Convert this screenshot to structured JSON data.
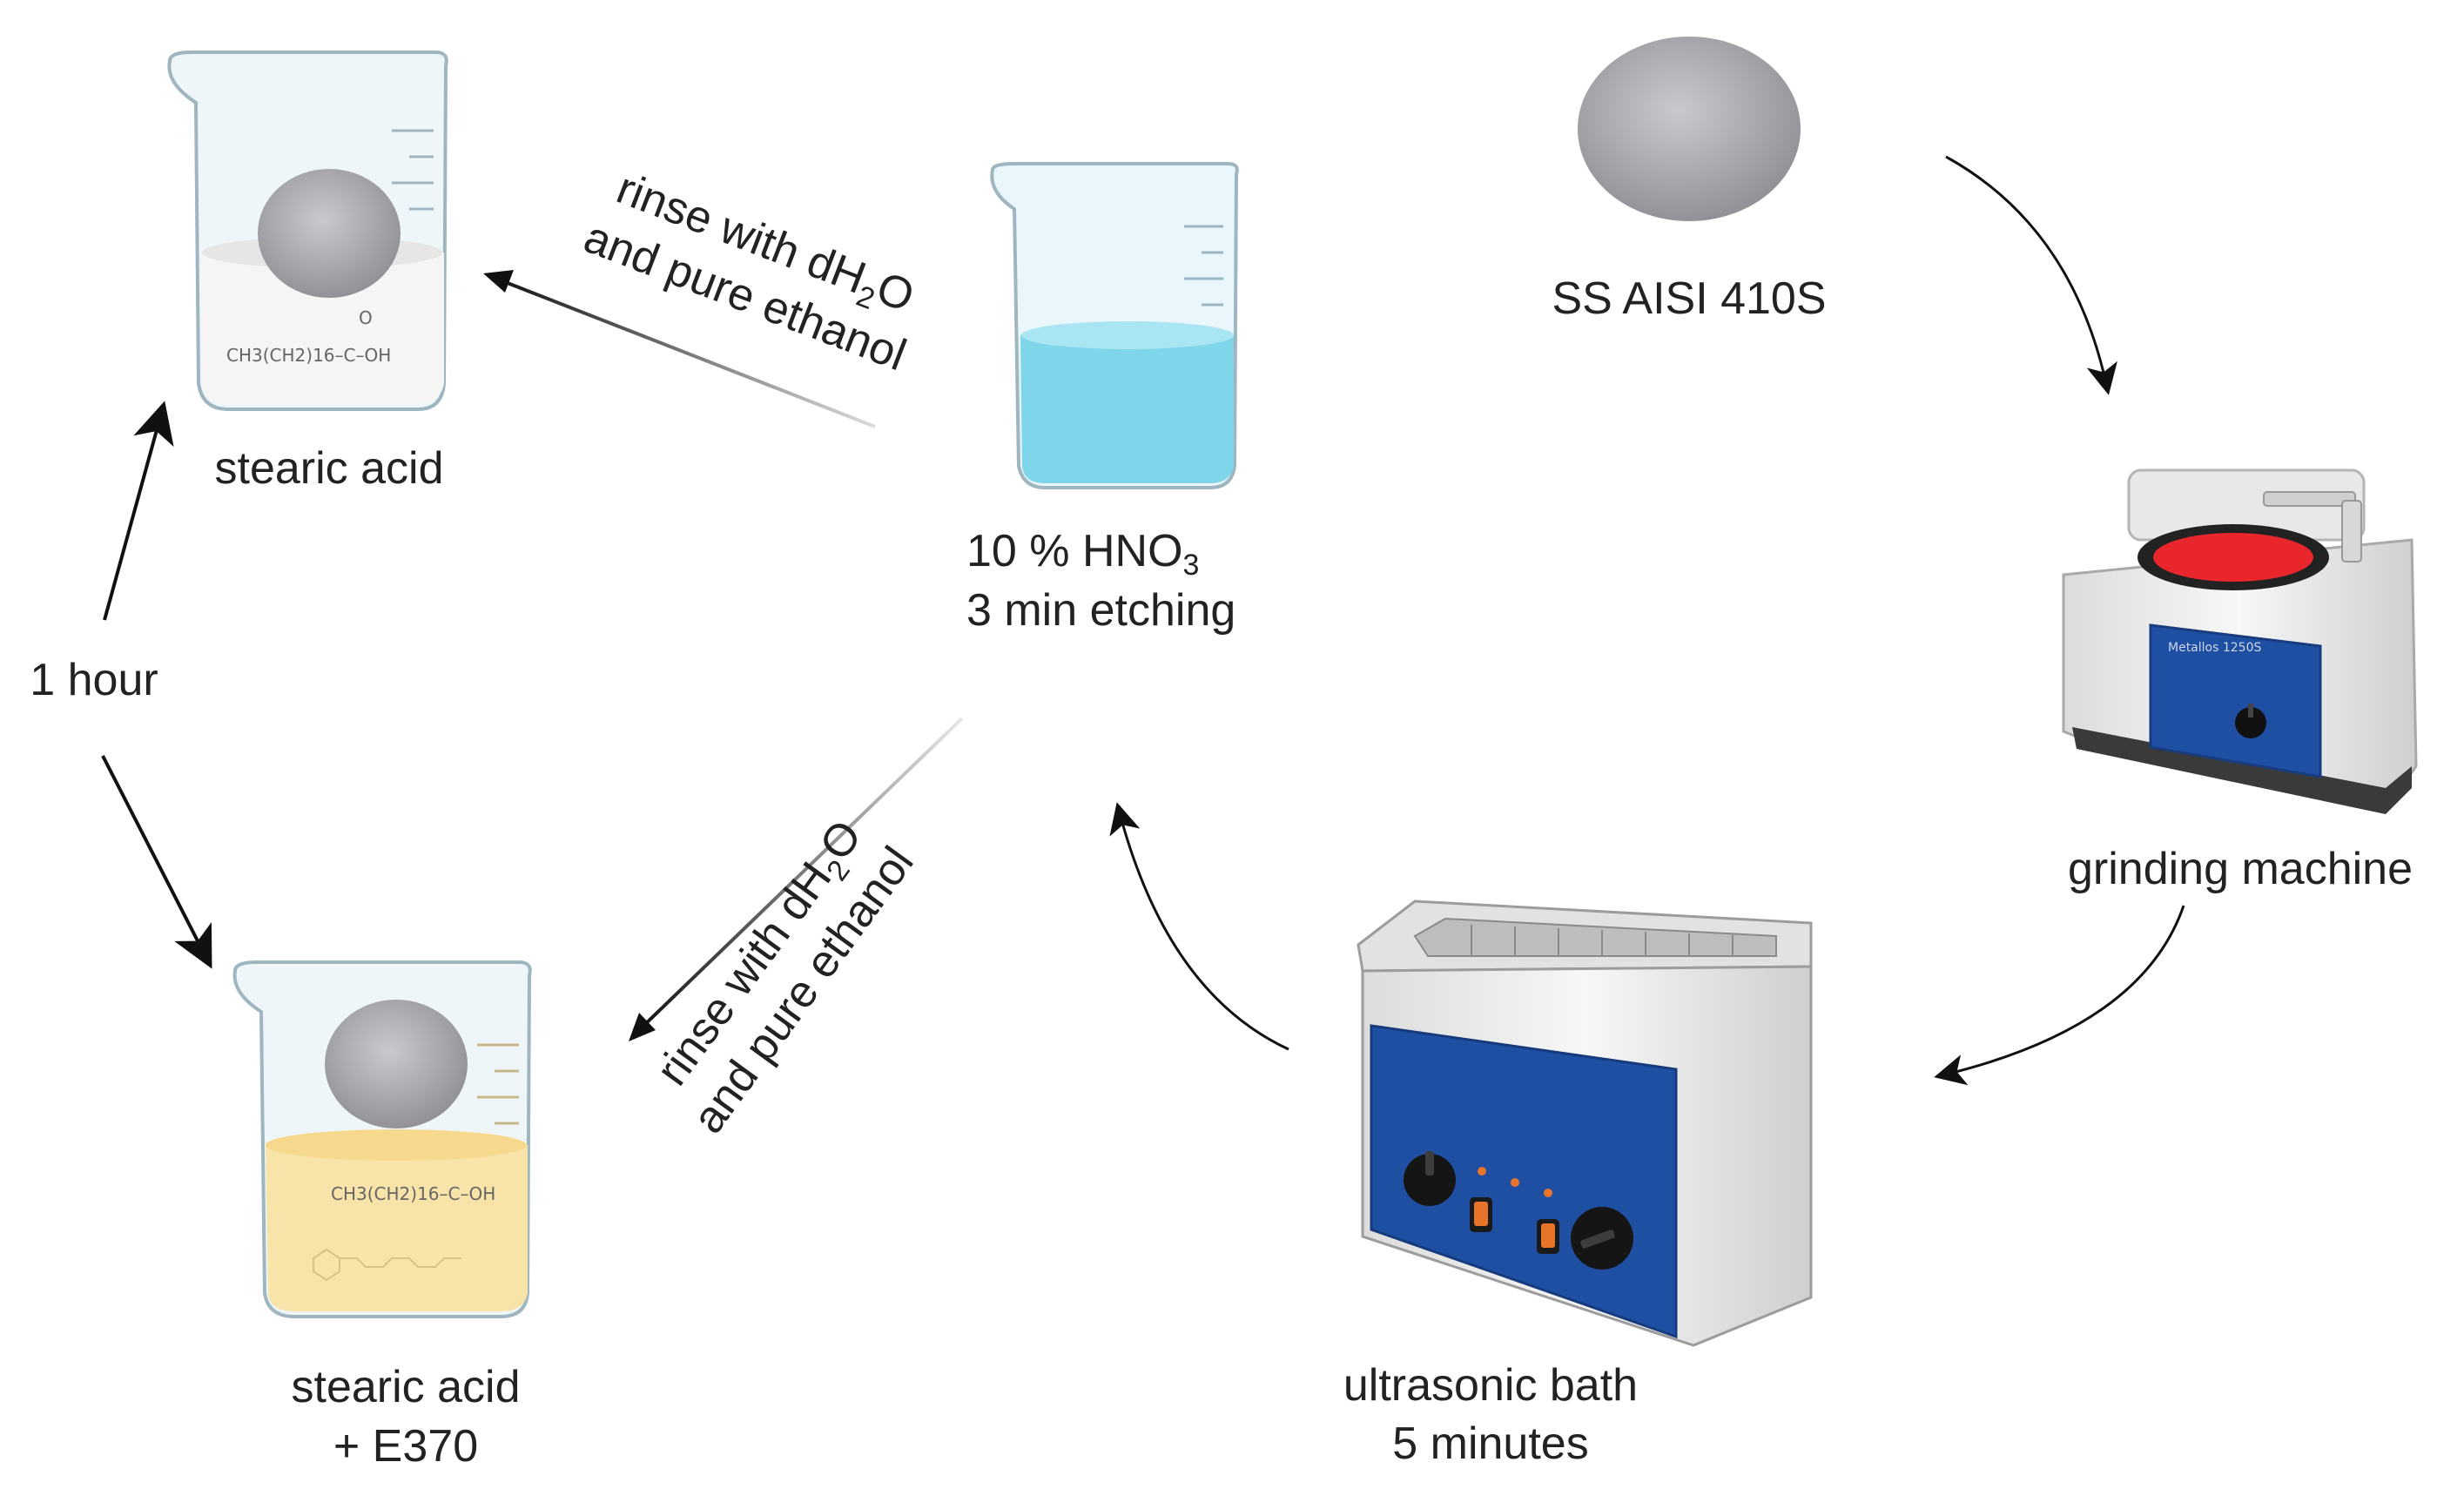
{
  "labels": {
    "ss_sample": "SS AISI 410S",
    "grinding": "grinding machine",
    "ultrasonic_1": "ultrasonic bath",
    "ultrasonic_2": "5 minutes",
    "hno3_1_a": "10 % HNO",
    "hno3_1_sub": "3",
    "hno3_2": "3 min etching",
    "stearic": "stearic acid",
    "stearic_e370_1": "stearic acid",
    "stearic_e370_2": "+ E370",
    "hour": "1 hour"
  },
  "rinse_top": {
    "line1": "rinse with dH",
    "line1_sub": "2",
    "line1_end": "O",
    "line2": "and pure ethanol"
  },
  "rinse_bottom": {
    "line1": "rinse with dH",
    "line1_sub": "2",
    "line1_end": "O",
    "line2": "and pure ethanol"
  },
  "formulas": {
    "stearic_top": "CH3(CH2)16–C–OH",
    "stearic_bottom": "CH3(CH2)16–C–OH",
    "carbonyl": "O"
  },
  "device_panels": {
    "grinder_brand": "Metallos 1250S"
  },
  "colors": {
    "hno3_liquid": "#7fd6ea",
    "stearic_liquid": "#f5f5f5",
    "e370_liquid": "#f8e4a8",
    "grinder_pad": "#e8262c",
    "panel_blue": "#1f4fa3",
    "knob_orange": "#e8742a",
    "sample_grey": "#9c9ca2"
  }
}
